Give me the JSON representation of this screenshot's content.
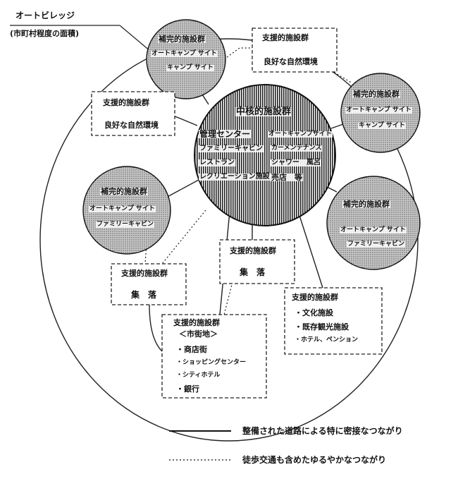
{
  "outer": {
    "title": "オートビレッジ",
    "subtitle": "(市町村程度の面積)"
  },
  "core": {
    "title": "中核的施設群",
    "left_items": [
      "管理センター",
      "ファミリーキャビン",
      "レストラン",
      "レクリエーション施設"
    ],
    "right_items": [
      "オートキャンプサイト",
      "カーメンテナンス",
      "シャワー　風呂",
      "売店　等"
    ]
  },
  "complement_top": {
    "title": "補完的施設群",
    "items": [
      "オートキャンプ サイト",
      "キャンプ サイト"
    ]
  },
  "complement_right_top": {
    "title": "補完的施設群",
    "items": [
      "オートキャンプ サイト",
      "キャンプ サイト"
    ]
  },
  "complement_left": {
    "title": "補完的施設群",
    "items": [
      "オートキャンプ サイト",
      "ファミリーキャビン"
    ]
  },
  "complement_right": {
    "title": "補完的施設群",
    "items": [
      "オートキャンプ サイト",
      "ファミリーキャビン"
    ]
  },
  "support_top": {
    "title": "支援的施設群",
    "items": [
      "良好な自然環境"
    ]
  },
  "support_left": {
    "title": "支援的施設群",
    "items": [
      "良好な自然環境"
    ]
  },
  "support_center": {
    "title": "支援的施設群",
    "items": [
      "集　落"
    ]
  },
  "support_lowleft": {
    "title": "支援的施設群",
    "items": [
      "集　落"
    ]
  },
  "support_right": {
    "title": "支援的施設群",
    "items": [
      "・文化施設",
      "・既存観光施設",
      "・ホテル、ペンション"
    ]
  },
  "support_bottom": {
    "title": "支援的施設群",
    "subtitle": "＜市街地＞",
    "items": [
      "・商店街",
      "・ショッピングセンター",
      "・シティホテル",
      "・銀行"
    ]
  },
  "legend": {
    "solid": "整備された道路による特に密接なつながり",
    "dotted": "徒歩交通も含めたゆるやかなつながり"
  }
}
